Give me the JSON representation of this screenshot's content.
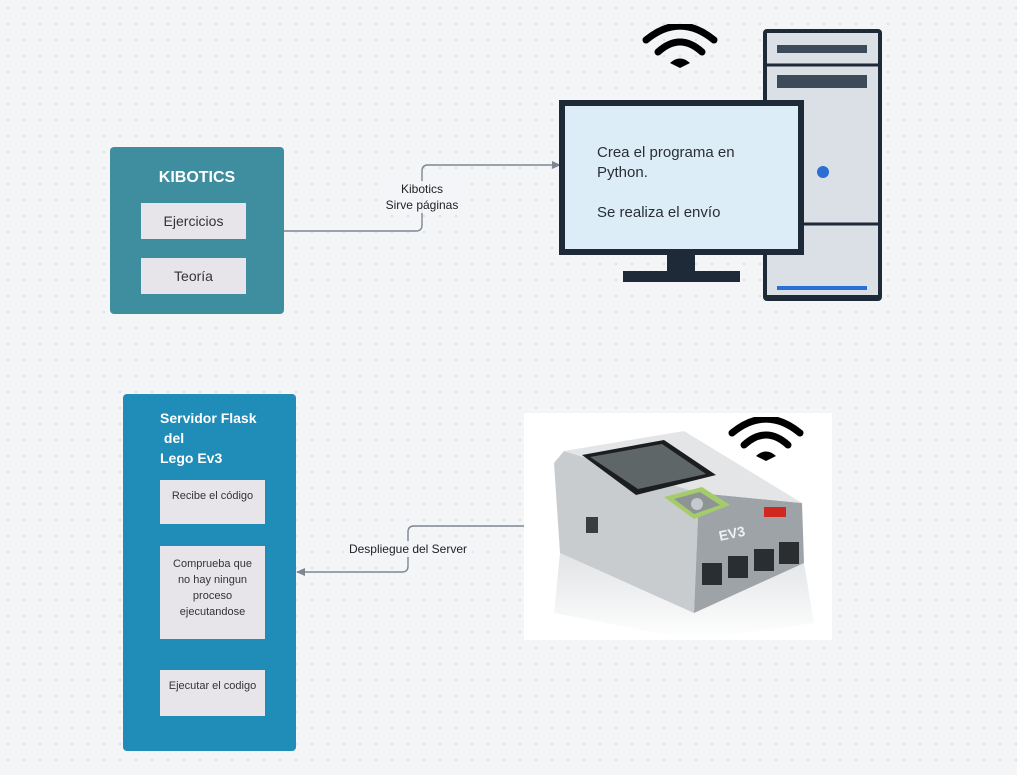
{
  "kibotics": {
    "title": "KIBOTICS",
    "items": [
      "Ejercicios",
      "Teoría"
    ]
  },
  "edge_top": {
    "line1": "Kibotics",
    "line2": "Sirve páginas"
  },
  "computer": {
    "screen_line1": "Crea el programa en",
    "screen_line2": "Python.",
    "screen_line3": "Se realiza el envío",
    "icons": [
      "wifi-icon",
      "monitor-icon",
      "tower-icon"
    ]
  },
  "flask": {
    "title_lines": [
      "Servidor Flask",
      " del",
      "Lego Ev3"
    ],
    "items": [
      [
        "Recibe el código"
      ],
      [
        "Comprueba que",
        "no hay ningun",
        "proceso",
        "ejecutandose"
      ],
      [
        "Ejecutar el codigo"
      ]
    ]
  },
  "edge_bottom": {
    "label": "Despliegue del Server"
  },
  "ev3": {
    "brand_text": "EV3",
    "icons": [
      "wifi-icon",
      "ev3-brick-icon"
    ]
  },
  "colors": {
    "kibotics_box": "#3f8ea0",
    "flask_box": "#1f8db8",
    "monitor_frame": "#1e2a38",
    "screen_bg": "#dcedf7",
    "connector": "#7d8793"
  }
}
